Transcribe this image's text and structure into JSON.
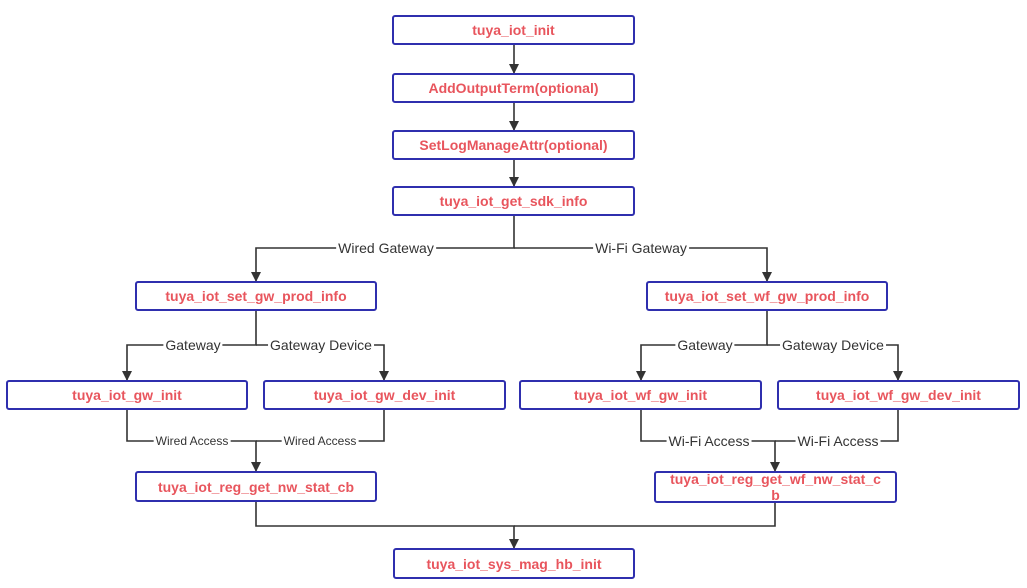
{
  "colors": {
    "node_border": "#2f2fae",
    "node_text": "#e8555d",
    "edge": "#333333"
  },
  "nodes": {
    "iot_init": "tuya_iot_init",
    "add_output_term": "AddOutputTerm(optional)",
    "set_log_manage_attr": "SetLogManageAttr(optional)",
    "get_sdk_info": "tuya_iot_get_sdk_info",
    "set_gw_prod_info": "tuya_iot_set_gw_prod_info",
    "set_wf_gw_prod_info": "tuya_iot_set_wf_gw_prod_info",
    "gw_init": "tuya_iot_gw_init",
    "gw_dev_init": "tuya_iot_gw_dev_init",
    "wf_gw_init": "tuya_iot_wf_gw_init",
    "wf_gw_dev_init": "tuya_iot_wf_gw_dev_init",
    "reg_get_nw_stat_cb": "tuya_iot_reg_get_nw_stat_cb",
    "reg_get_wf_nw_stat_cb": "tuya_iot_reg_get_wf_nw_stat_c\nb",
    "sys_mag_hb_init": "tuya_iot_sys_mag_hb_init"
  },
  "edge_labels": {
    "wired_gateway": "Wired Gateway",
    "wifi_gateway": "Wi-Fi Gateway",
    "left_gateway": "Gateway",
    "left_gateway_device": "Gateway Device",
    "right_gateway": "Gateway",
    "right_gateway_device": "Gateway Device",
    "wired_access_1": "Wired Access",
    "wired_access_2": "Wired Access",
    "wifi_access_1": "Wi-Fi Access",
    "wifi_access_2": "Wi-Fi Access"
  }
}
